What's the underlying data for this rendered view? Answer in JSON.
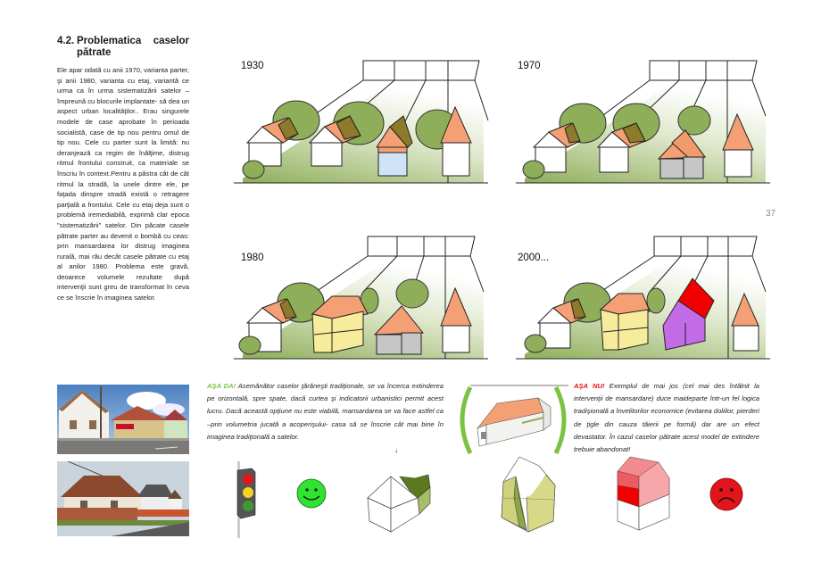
{
  "section": {
    "number": "4.2.",
    "title_word1": "Problematica",
    "title_word2": "caselor",
    "title_line2": "pătrate"
  },
  "body_text": "Ele apar odată cu anii 1970, varianta parter, şi anii 1980, varianta cu etaj, variantă ce urma ca în urma sistematizării satelor –împreună cu blocurile implantate- să dea un aspect urban localităţilor.. Erau singurele modele de case aprobate în perioada socialistă, case de tip nou pentru omul de tip nou. Cele cu parter sunt la limită: nu deranjează ca regim de înălţime, distrug ritmul frontului construit, ca materiale se înscriu în context.Pentru a păstra cât de cât ritmul la stradă, la unele dintre ele, pe faţada dinspre stradă există o retragere parţială a frontului. Cele cu etaj deja sunt o problemă iremediabilă, exprimă clar epoca \"sistematizării\" satelor. Din păcate casele pătrate parter au devenit o bombă cu ceas: prin mansardarea lor distrug imaginea rurală, mai rău decât casele pătrate cu etaj al anilor 1980. Problema este gravă, deoarece volumele rezultate după intervenţii sunt greu de transformat în ceva ce se înscrie în imaginea satelor.",
  "page_number": "37",
  "illustrations": [
    {
      "year": "1930"
    },
    {
      "year": "1970"
    },
    {
      "year": "1980"
    },
    {
      "year": "2000..."
    }
  ],
  "good_example": {
    "lead": "AŞA DA!",
    "text": " Asemănător caselor ţărăneşti tradiţionale, se va încerca extinderea pe orizontală, spre spate, dacă curtea şi indicatorii urbanistici permit acest lucru.  Dacă această opţiune nu este viabilă, mansardarea se va face astfel ca –prin volumetria jucată a acoperişului- casa să se înscrie cât mai bine în imaginea tradiţională a satelor.",
    "arrow": "↓"
  },
  "bad_example": {
    "lead": "AŞA NU!",
    "text": "  Exemplul de mai jos (cel mai des întâlnit la intervenţii de mansardare) duce maideparte într-un fel logica tradişională a învelitorilor economice (evitarea doliilor, pierderi de ţigle din cauza tăierii pe formă) dar are un efect  devastator.  În cazul caselor pătrate acest model de extindere trebuie abandonat!"
  },
  "icons": {
    "traffic_light": "traffic-light-icon",
    "smiley_good": "green-smiley-icon",
    "smiley_bad": "red-frowny-icon"
  },
  "colors": {
    "good": "#7cc242",
    "bad": "#e3141b",
    "roof_orange": "#f4a074",
    "tree_green": "#8fae5a",
    "purple": "#c46be8",
    "yellow": "#f7ec9b"
  }
}
